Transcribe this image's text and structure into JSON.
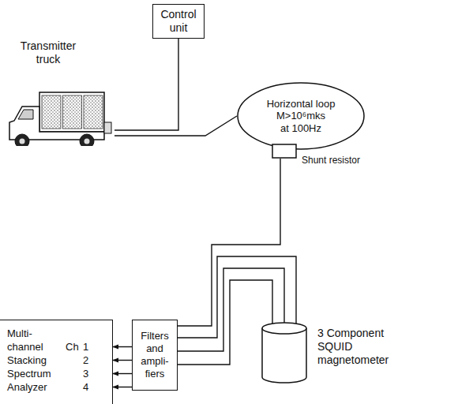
{
  "diagram": {
    "nodes": [
      {
        "text": [
          "Transmitter truck"
        ]
      },
      {
        "text": [
          "Control unit"
        ]
      },
      {
        "text": [
          "Horizontal loop",
          "M>10⁶mks at 100Hz"
        ]
      },
      {
        "text": [
          "Shunt resistor"
        ]
      },
      {
        "text": [
          "Filters and ampli- fiers"
        ]
      },
      {
        "text": [
          "Multi- channel Stacking Spectrum Analyzer",
          "Ch",
          "1 2 3 4"
        ]
      },
      {
        "text": [
          "3 Component SQUID magnetometer"
        ]
      }
    ],
    "edges": [
      {
        "from": 0,
        "to": 1,
        "arrow": "none"
      },
      {
        "from": 0,
        "to": 2,
        "arrow": "none"
      },
      {
        "from": 3,
        "to": 4,
        "arrow": "none"
      },
      {
        "from": 6,
        "to": 4,
        "arrow": "none"
      },
      {
        "from": 6,
        "to": 4,
        "arrow": "none"
      },
      {
        "from": 6,
        "to": 4,
        "arrow": "none"
      },
      {
        "from": 4,
        "to": 5,
        "arrow": "to"
      },
      {
        "from": 4,
        "to": 5,
        "arrow": "to"
      },
      {
        "from": 4,
        "to": 5,
        "arrow": "to"
      },
      {
        "from": 4,
        "to": 5,
        "arrow": "to"
      }
    ]
  }
}
